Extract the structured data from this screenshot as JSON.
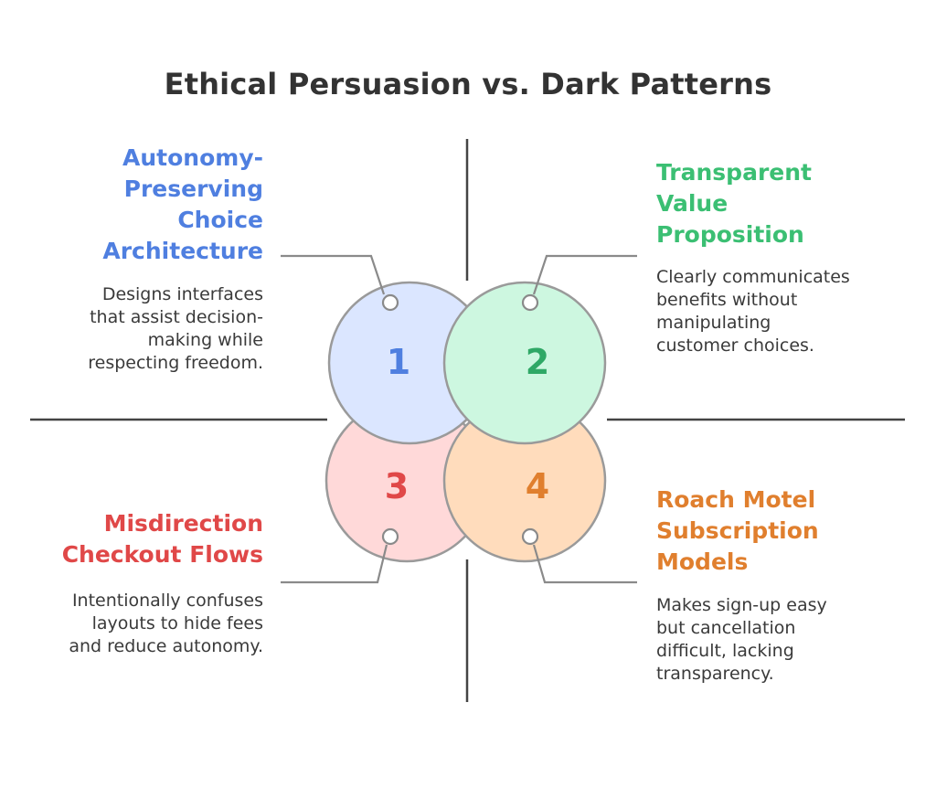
{
  "title": "Ethical Persuasion vs. Dark Patterns",
  "items": [
    {
      "number": "1",
      "heading": "Autonomy-\nPreserving\nChoice\nArchitecture",
      "description": "Designs interfaces\nthat assist decision-\nmaking while\nrespecting freedom.",
      "text_color": "#4f7fe0",
      "fill_color": "#dbe6ff",
      "number_color": "#4f7fe0"
    },
    {
      "number": "2",
      "heading": "Transparent\nValue\nProposition",
      "description": "Clearly communicates\nbenefits without\nmanipulating\ncustomer choices.",
      "text_color": "#3bbf73",
      "fill_color": "#cdf7e0",
      "number_color": "#2fa866"
    },
    {
      "number": "3",
      "heading": "Misdirection\nCheckout Flows",
      "description": "Intentionally confuses\nlayouts to hide fees\nand reduce autonomy.",
      "text_color": "#e04848",
      "fill_color": "#ffd9d9",
      "number_color": "#e04848"
    },
    {
      "number": "4",
      "heading": "Roach Motel\nSubscription\nModels",
      "description": "Makes sign-up easy\nbut cancellation\ndifficult, lacking\ntransparency.",
      "text_color": "#e07f2e",
      "fill_color": "#ffdcbc",
      "number_color": "#e07f2e"
    }
  ],
  "colors": {
    "outline": "#9a9a9a",
    "axis": "#444444",
    "connector": "#8a8a8a"
  }
}
